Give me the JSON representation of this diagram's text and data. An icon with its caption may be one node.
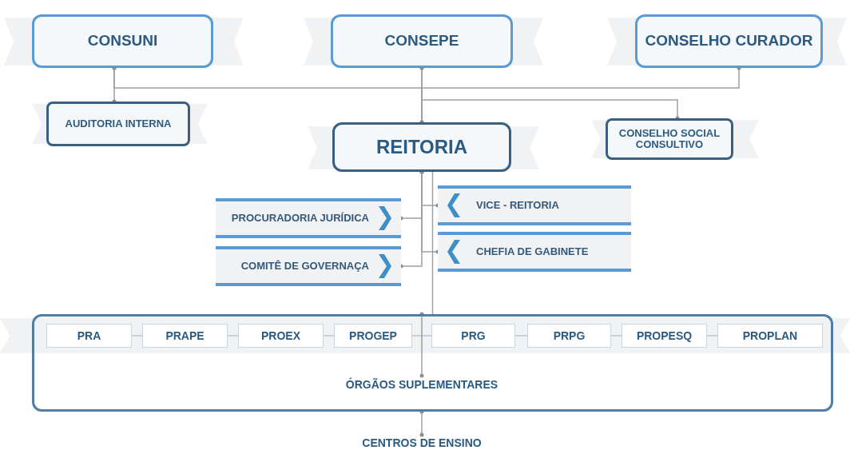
{
  "diagram": {
    "nodes": [
      {
        "text": [
          "CONSUNI"
        ]
      },
      {
        "text": [
          "CONSEPE"
        ]
      },
      {
        "text": [
          "CONSELHO CURADOR"
        ]
      },
      {
        "text": [
          "AUDITORIA INTERNA"
        ]
      },
      {
        "text": [
          "REITORIA"
        ]
      },
      {
        "text": [
          "CONSELHO SOCIAL CONSULTIVO"
        ]
      },
      {
        "text": [
          "PROCURADORIA JURÍDICA"
        ]
      },
      {
        "text": [
          "VICE - REITORIA"
        ]
      },
      {
        "text": [
          "COMITÊ DE GOVERNAÇA"
        ]
      },
      {
        "text": [
          "CHEFIA DE GABINETE"
        ]
      },
      {
        "text": [],
        "shape": "box"
      },
      {
        "text": [
          "PRA"
        ],
        "in": 10
      },
      {
        "text": [
          "PRAPE"
        ],
        "in": 10
      },
      {
        "text": [
          "PROEX"
        ],
        "in": 10
      },
      {
        "text": [
          "PROGEP"
        ],
        "in": 10
      },
      {
        "text": [
          "PRG"
        ],
        "in": 10
      },
      {
        "text": [
          "PRPG"
        ],
        "in": 10
      },
      {
        "text": [
          "PROPESQ"
        ],
        "in": 10
      },
      {
        "text": [
          "PROPLAN"
        ],
        "in": 10
      },
      {
        "text": [
          "ÓRGÃOS SUPLEMENTARES"
        ],
        "in": 10
      },
      {
        "text": [
          "CENTROS DE ENSINO"
        ]
      }
    ],
    "edges": [
      {
        "from": 0,
        "to": 3,
        "arrow": "other"
      },
      {
        "from": 0,
        "to": 4,
        "arrow": "other"
      },
      {
        "from": 1,
        "to": 4,
        "arrow": "other"
      },
      {
        "from": 2,
        "to": 4,
        "arrow": "other"
      },
      {
        "from": 1,
        "to": 5,
        "arrow": "other"
      },
      {
        "from": 4,
        "to": 6,
        "arrow": "other"
      },
      {
        "from": 4,
        "to": 7,
        "arrow": "other"
      },
      {
        "from": 4,
        "to": 8,
        "arrow": "other"
      },
      {
        "from": 4,
        "to": 9,
        "arrow": "other"
      },
      {
        "from": 4,
        "to": 10,
        "arrow": "none"
      },
      {
        "from": 11,
        "to": 12,
        "arrow": "none"
      },
      {
        "from": 12,
        "to": 13,
        "arrow": "none"
      },
      {
        "from": 13,
        "to": 14,
        "arrow": "none"
      },
      {
        "from": 14,
        "to": 15,
        "arrow": "none"
      },
      {
        "from": 15,
        "to": 16,
        "arrow": "none"
      },
      {
        "from": 16,
        "to": 17,
        "arrow": "none"
      },
      {
        "from": 17,
        "to": 18,
        "arrow": "none"
      },
      {
        "from": 10,
        "to": 19,
        "arrow": "other"
      },
      {
        "from": 10,
        "to": 20,
        "arrow": "other"
      }
    ]
  }
}
